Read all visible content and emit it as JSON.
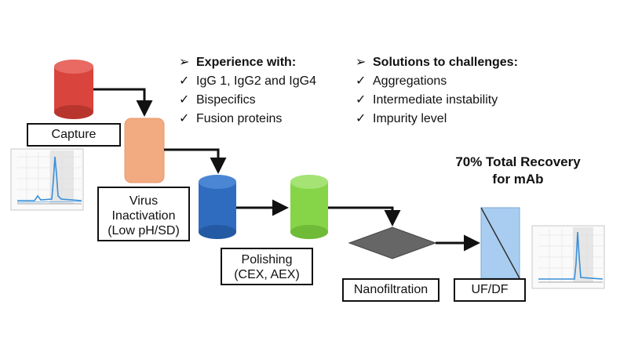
{
  "colors": {
    "capture": "#d9443c",
    "virus_inactivation": "#f2aa80",
    "polishing_1": "#2f6cbf",
    "polishing_2": "#86d448",
    "nanofiltration": "#666666",
    "ufdf": "#a9cdf0",
    "arrow": "#111111",
    "chromatogram_trace": "#3a8fd6"
  },
  "steps": {
    "capture": "Capture",
    "virus_line1": "Virus",
    "virus_line2": "Inactivation",
    "virus_line3": "(Low pH/SD)",
    "polishing_line1": "Polishing",
    "polishing_line2": "(CEX, AEX)",
    "nanofiltration": "Nanofiltration",
    "ufdf": "UF/DF"
  },
  "experience": {
    "heading_marker": "➢",
    "heading": "Experience with:",
    "check": "✓",
    "items": [
      "IgG 1, IgG2 and IgG4",
      "Bispecifics",
      "Fusion proteins"
    ]
  },
  "solutions": {
    "heading_marker": "➢",
    "heading": "Solutions to challenges:",
    "check": "✓",
    "items": [
      "Aggregations",
      "Intermediate instability",
      "Impurity level"
    ]
  },
  "recovery": {
    "line1": "70% Total Recovery",
    "line2": "for mAb"
  }
}
